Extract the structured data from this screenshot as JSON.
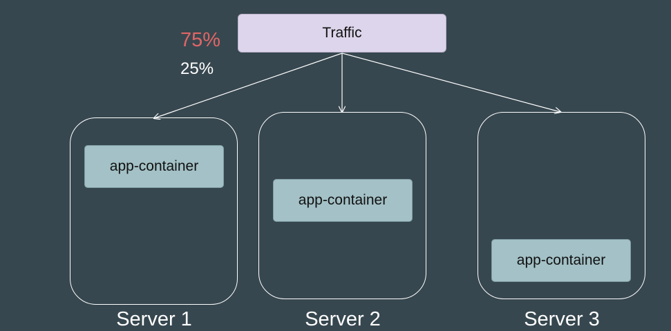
{
  "traffic": {
    "label": "Traffic"
  },
  "split": {
    "primary": "75%",
    "secondary": "25%"
  },
  "colors": {
    "background": "#37474f",
    "traffic_box": "#ddd5eb",
    "container": "#a3c1c6",
    "primary_pct": "#e06666",
    "secondary_pct": "#ffffff",
    "server_outline": "#ffffff"
  },
  "servers": [
    {
      "label": "Server 1",
      "container_label": "app-container"
    },
    {
      "label": "Server 2",
      "container_label": "app-container"
    },
    {
      "label": "Server 3",
      "container_label": "app-container"
    }
  ]
}
